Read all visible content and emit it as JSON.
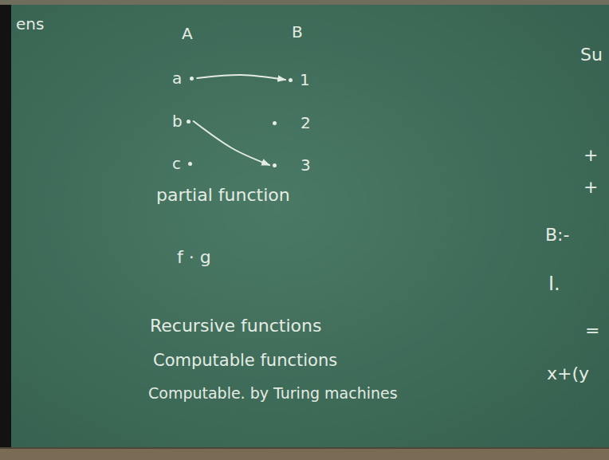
{
  "diagram": {
    "nodes": [
      {
        "text": [
          "a"
        ]
      },
      {
        "text": [
          "b"
        ]
      },
      {
        "text": [
          "c"
        ]
      },
      {
        "text": [
          "1"
        ]
      },
      {
        "text": [
          "2"
        ]
      },
      {
        "text": [
          "3"
        ]
      }
    ],
    "edges": [
      {
        "from": 0,
        "to": 3,
        "arrow": "to"
      },
      {
        "from": 1,
        "to": 5,
        "arrow": "to"
      }
    ],
    "labels": [
      "ens",
      "A",
      "B",
      "partial function",
      "f · g",
      "Recursive functions",
      "Computable functions",
      "Computable. by Turing machines",
      "Su",
      "+",
      "+",
      "B:-",
      "I.",
      "=",
      "x+(y"
    ]
  }
}
